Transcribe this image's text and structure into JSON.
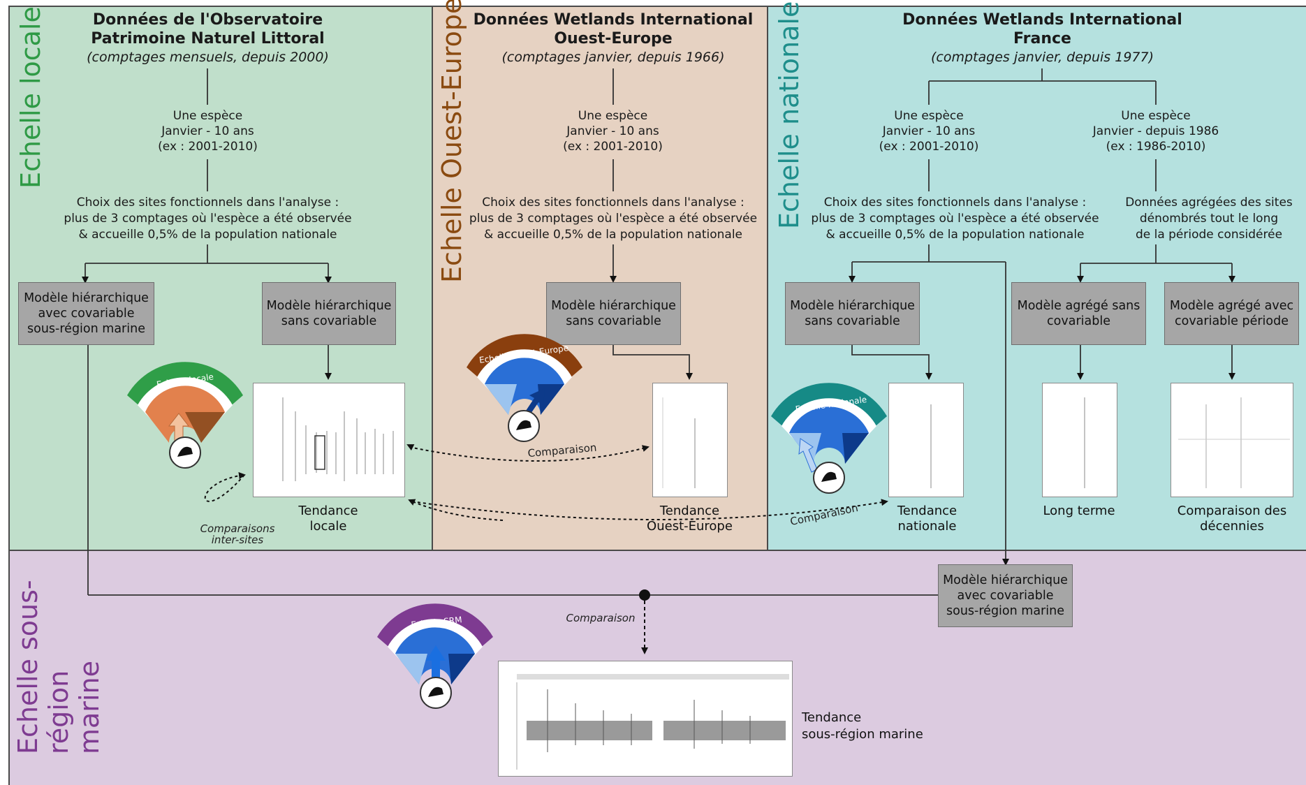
{
  "colors": {
    "local_bg": "#c0dfcb",
    "ouest_bg": "#e6d2c2",
    "national_bg": "#b5e1df",
    "subregion_bg": "#dccbe0",
    "local_label": "#2e9a45",
    "ouest_label": "#8a4a10",
    "national_label": "#1e8e8b",
    "subregion_label": "#7e3b91",
    "box_gray": "#a6a6a6"
  },
  "scales": {
    "local": "Echelle locale",
    "ouest": "Echelle Ouest-Europe",
    "national": "Echelle nationale",
    "subregion": "Echelle sous-région marine"
  },
  "local": {
    "title_line1": "Données de l'Observatoire",
    "title_line2": "Patrimoine Naturel Littoral",
    "subtitle": "(comptages mensuels, depuis 2000)",
    "species_line1": "Une espèce",
    "species_line2": "Janvier - 10 ans",
    "species_line3": "(ex : 2001-2010)",
    "sites_line1": "Choix des sites fonctionnels dans l'analyse :",
    "sites_line2": "plus de 3 comptages où l'espèce a été observée",
    "sites_line3": "& accueille 0,5% de la population nationale",
    "model_cov": "Modèle hiérarchique avec covariable sous-région marine",
    "model_nocov": "Modèle hiérarchique sans covariable",
    "gauge_title": "Echelle locale",
    "caption_line1": "Tendance",
    "caption_line2": "locale",
    "comparisons_line1": "Comparaisons",
    "comparisons_line2": "inter-sites"
  },
  "ouest": {
    "title_line1": "Données Wetlands International",
    "title_line2": "Ouest-Europe",
    "subtitle": "(comptages janvier, depuis 1966)",
    "species_line1": "Une espèce",
    "species_line2": "Janvier - 10 ans",
    "species_line3": "(ex : 2001-2010)",
    "sites_line1": "Choix des sites fonctionnels dans l'analyse :",
    "sites_line2": "plus de 3 comptages où l'espèce a été observée",
    "sites_line3": "& accueille 0,5% de la population nationale",
    "model_nocov": "Modèle hiérarchique sans covariable",
    "gauge_title": "Echelle Ouest-Europe",
    "comparison": "Comparaison",
    "caption_line1": "Tendance",
    "caption_line2": "Ouest-Europe"
  },
  "national": {
    "title_line1": "Données Wetlands International",
    "title_line2": "France",
    "subtitle": "(comptages janvier, depuis 1977)",
    "left_species_line1": "Une espèce",
    "left_species_line2": "Janvier - 10 ans",
    "left_species_line3": "(ex : 2001-2010)",
    "right_species_line1": "Une espèce",
    "right_species_line2": "Janvier - depuis 1986",
    "right_species_line3": "(ex : 1986-2010)",
    "sites_line1": "Choix des sites fonctionnels dans l'analyse :",
    "sites_line2": "plus de 3 comptages où l'espèce a été observée",
    "sites_line3": "& accueille 0,5% de la population nationale",
    "agg_line1": "Données agrégées des sites",
    "agg_line2": "dénombrés tout le long",
    "agg_line3": "de la période considérée",
    "model_nocov": "Modèle hiérarchique sans covariable",
    "model_agg_nocov": "Modèle agrégé sans covariable",
    "model_agg_cov": "Modèle agrégé avec covariable période",
    "gauge_title": "Echelle nationale",
    "comparison": "Comparaison",
    "caption_nat_line1": "Tendance",
    "caption_nat_line2": "nationale",
    "caption_long": "Long terme",
    "caption_dec_line1": "Comparaison des",
    "caption_dec_line2": "décennies"
  },
  "subregion": {
    "model_cov": "Modèle hiérarchique avec covariable sous-région marine",
    "comparison": "Comparaison",
    "gauge_title": "Echelle SRM",
    "caption_line1": "Tendance",
    "caption_line2": "sous-région marine"
  }
}
